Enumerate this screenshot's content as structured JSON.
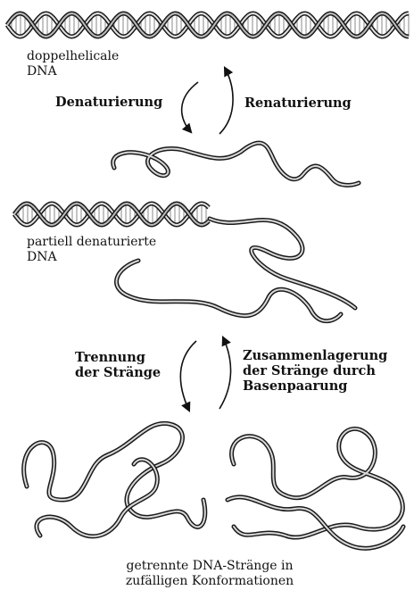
{
  "labels": {
    "double_helix": "doppelhelicale\nDNA",
    "denaturation": "Denaturierung",
    "renaturation": "Renaturierung",
    "partially_denatured": "partiell denaturierte\nDNA",
    "strand_separation": "Trennung\nder Stränge",
    "strand_association": "Zusammenlagerung\nder Stränge durch\nBasenpaarung",
    "separated_strands": "getrennte DNA-Stränge in\nzufälligen Konformationen"
  },
  "colors": {
    "strand_dark": "#1a1a1a",
    "strand_light": "#d8d8d8",
    "ink": "#111111"
  }
}
